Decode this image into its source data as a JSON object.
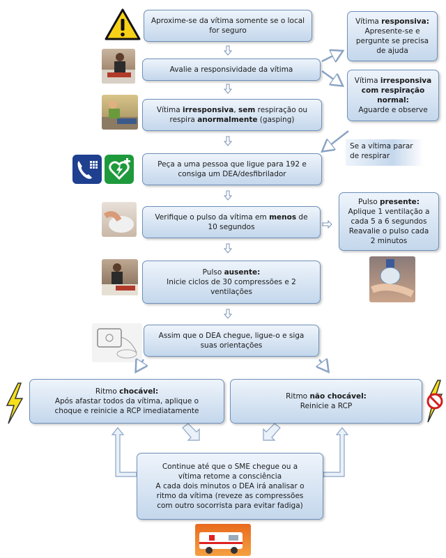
{
  "steps": {
    "s1": [
      "Aproxime-se da vítima somente se o local",
      "for seguro"
    ],
    "s2": [
      "Avalie a responsividade da vítima"
    ],
    "s3a": "Vítima ",
    "s3b": "irresponsiva",
    "s3c": ", ",
    "s3d": "sem",
    "s3e": " respiração ou",
    "s3f": "respira ",
    "s3g": "anormalmente",
    "s3h": " (gasping)",
    "s4": [
      "Peça a uma pessoa que ligue para 192 e",
      "consiga um DEA/desfibrilador"
    ],
    "s5a": "Verifique o pulso da vítima em ",
    "s5b": "menos",
    "s5c": " de",
    "s5d": "10 segundos",
    "s6a": "Pulso ",
    "s6b": "ausente:",
    "s6c": "Inicie ciclos de 30 compressões e 2",
    "s6d": "ventilações",
    "s7": [
      "Assim que o DEA chegue, ligue-o e siga",
      "suas orientações"
    ],
    "s8a": "Ritmo ",
    "s8b": "chocável:",
    "s8c": "Após afastar todos da vítima, aplique o",
    "s8d": "choque e reinicie a RCP imediatamente",
    "s9a": "Ritmo ",
    "s9b": "não chocável:",
    "s9c": "Reinicie a RCP",
    "s10": [
      "Continue até que o SME chegue ou a",
      "vítima retome a consciência",
      "A cada dois minutos o DEA irá analisar o",
      "ritmo da vítima (reveze as compressões",
      "com outro socorrista para evitar fadiga)"
    ]
  },
  "side": {
    "r1a": "Vítima ",
    "r1b": "responsiva:",
    "r1c": "Apresente-se e",
    "r1d": "pergunte se precisa",
    "r1e": "de ajuda",
    "r2a": "Vítima ",
    "r2b": "irresponsiva",
    "r2c": "com respiração",
    "r2d": "normal:",
    "r2e": "Aguarde e observe",
    "r3": [
      "Se a vítima parar",
      "de respirar"
    ],
    "r4a": "Pulso ",
    "r4b": "presente:",
    "r4c": "Aplique 1 ventilação a",
    "r4d": "cada 5 a 6 segundos",
    "r4e": "Reavalie o pulso cada",
    "r4f": "2 minutos"
  },
  "icons": {
    "warning": "warning-icon",
    "phone": "phone-icon",
    "defib": "defibrillator-heart-icon",
    "shock": "lightning-icon",
    "noshock": "no-shock-icon",
    "ambulance": "ambulance-icon"
  },
  "colors": {
    "box_top": "#eef4fb",
    "box_bottom": "#c4d7ec",
    "border": "#6d8fb8",
    "arrow": "#9fb6d3"
  }
}
